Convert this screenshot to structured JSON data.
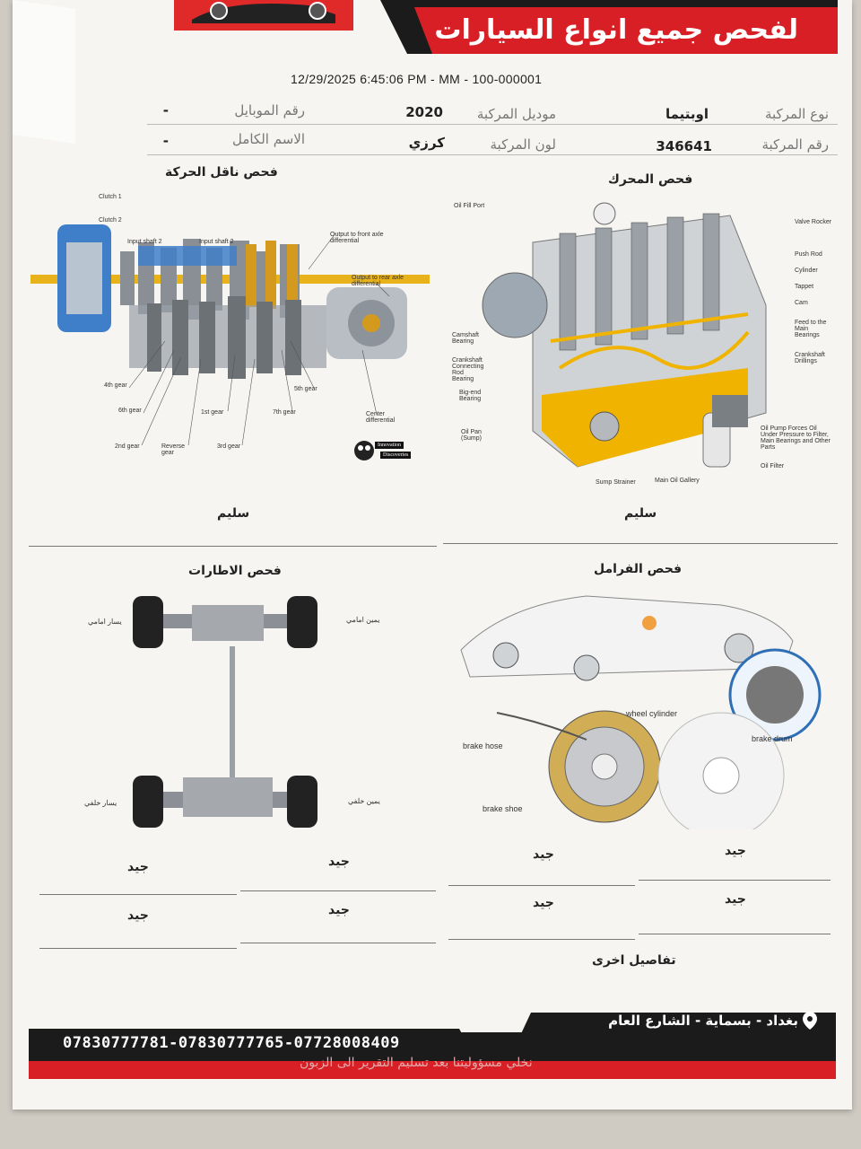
{
  "header": {
    "title": "لفحص جميع انواع السيارات",
    "meta_line": "12/29/2025 6:45:06 PM - MM - 100-000001"
  },
  "vehicle": {
    "type_label": "نوع المركبة",
    "type_value": "اوبتيما",
    "model_label": "موديل المركبة",
    "model_value": "2020",
    "mobile_label": "رقم الموبايل",
    "mobile_value": "-",
    "plate_label": "رقم المركبة",
    "plate_value": "346641",
    "color_label": "لون المركبة",
    "color_value": "كرزي",
    "name_label": "الاسم الكامل",
    "name_value": "-"
  },
  "sections": {
    "gearbox": {
      "title": "فحص ناقل الحركة",
      "result": "سليم"
    },
    "engine": {
      "title": "فحص المحرك",
      "result": "سليم"
    },
    "tires": {
      "title": "فحص الاطارات",
      "front_left": "يسار امامي",
      "front_right": "يمين امامي",
      "rear_left": "يسار خلفي",
      "rear_right": "يمين خلفي",
      "r1": "جيد",
      "r2": "جيد",
      "r3": "جيد",
      "r4": "جيد"
    },
    "brakes": {
      "title": "فحص الفرامل",
      "wheel_cylinder": "wheel cylinder",
      "brake_hose": "brake hose",
      "brake_drum": "brake drum",
      "brake_shoe": "brake shoe",
      "r1": "جيد",
      "r2": "جيد",
      "r3": "جيد",
      "r4": "جيد"
    },
    "other": {
      "title": "تفاصيل اخرى"
    }
  },
  "gearbox_labels": {
    "clutch1": "Clutch 1",
    "clutch2": "Clutch 2",
    "input1": "Input shaft 2",
    "input2": "Input shaft 2",
    "out_front": "Output to front axle differential",
    "out_rear": "Output to rear axle differential",
    "g4": "4th gear",
    "g6": "6th gear",
    "g2": "2nd gear",
    "rev": "Reverse gear",
    "g1": "1st gear",
    "g3": "3rd gear",
    "g7": "7th gear",
    "g5": "5th gear",
    "center": "Center differential",
    "brand1": "Innovation",
    "brand2": "Discoveries"
  },
  "engine_labels": {
    "oil_fill": "Oil Fill Port",
    "valve_rocker": "Valve Rocker",
    "push_rod": "Push Rod",
    "cylinder": "Cylinder",
    "tappet": "Tappet",
    "cam": "Cam",
    "feed": "Feed to the Main Bearings",
    "crank_drill": "Crankshaft Drillings",
    "cam_bearing": "Camshaft Bearing",
    "crank_conn": "Crankshaft Connecting Rod Bearing",
    "big_end": "Big-end Bearing",
    "oil_pan": "Oil Pan (Sump)",
    "oil_pump": "Oil Pump Forces Oil Under Pressure to Filter, Main Bearings and Other Parts",
    "oil_filter": "Oil Filter",
    "sump_strainer": "Sump Strainer",
    "main_gallery": "Main Oil Gallery"
  },
  "footer": {
    "phones": "07830777781-07830777765-07728008409",
    "address": "بغداد - بسماية - الشارع العام",
    "note": "نخلي مسؤوليتنا بعد تسليم التقرير الى الزبون"
  },
  "colors": {
    "brand_red": "#d81f26",
    "dark": "#1b1b1b",
    "engine_yellow": "#f0b400",
    "gear_blue": "#3f7fc9"
  }
}
